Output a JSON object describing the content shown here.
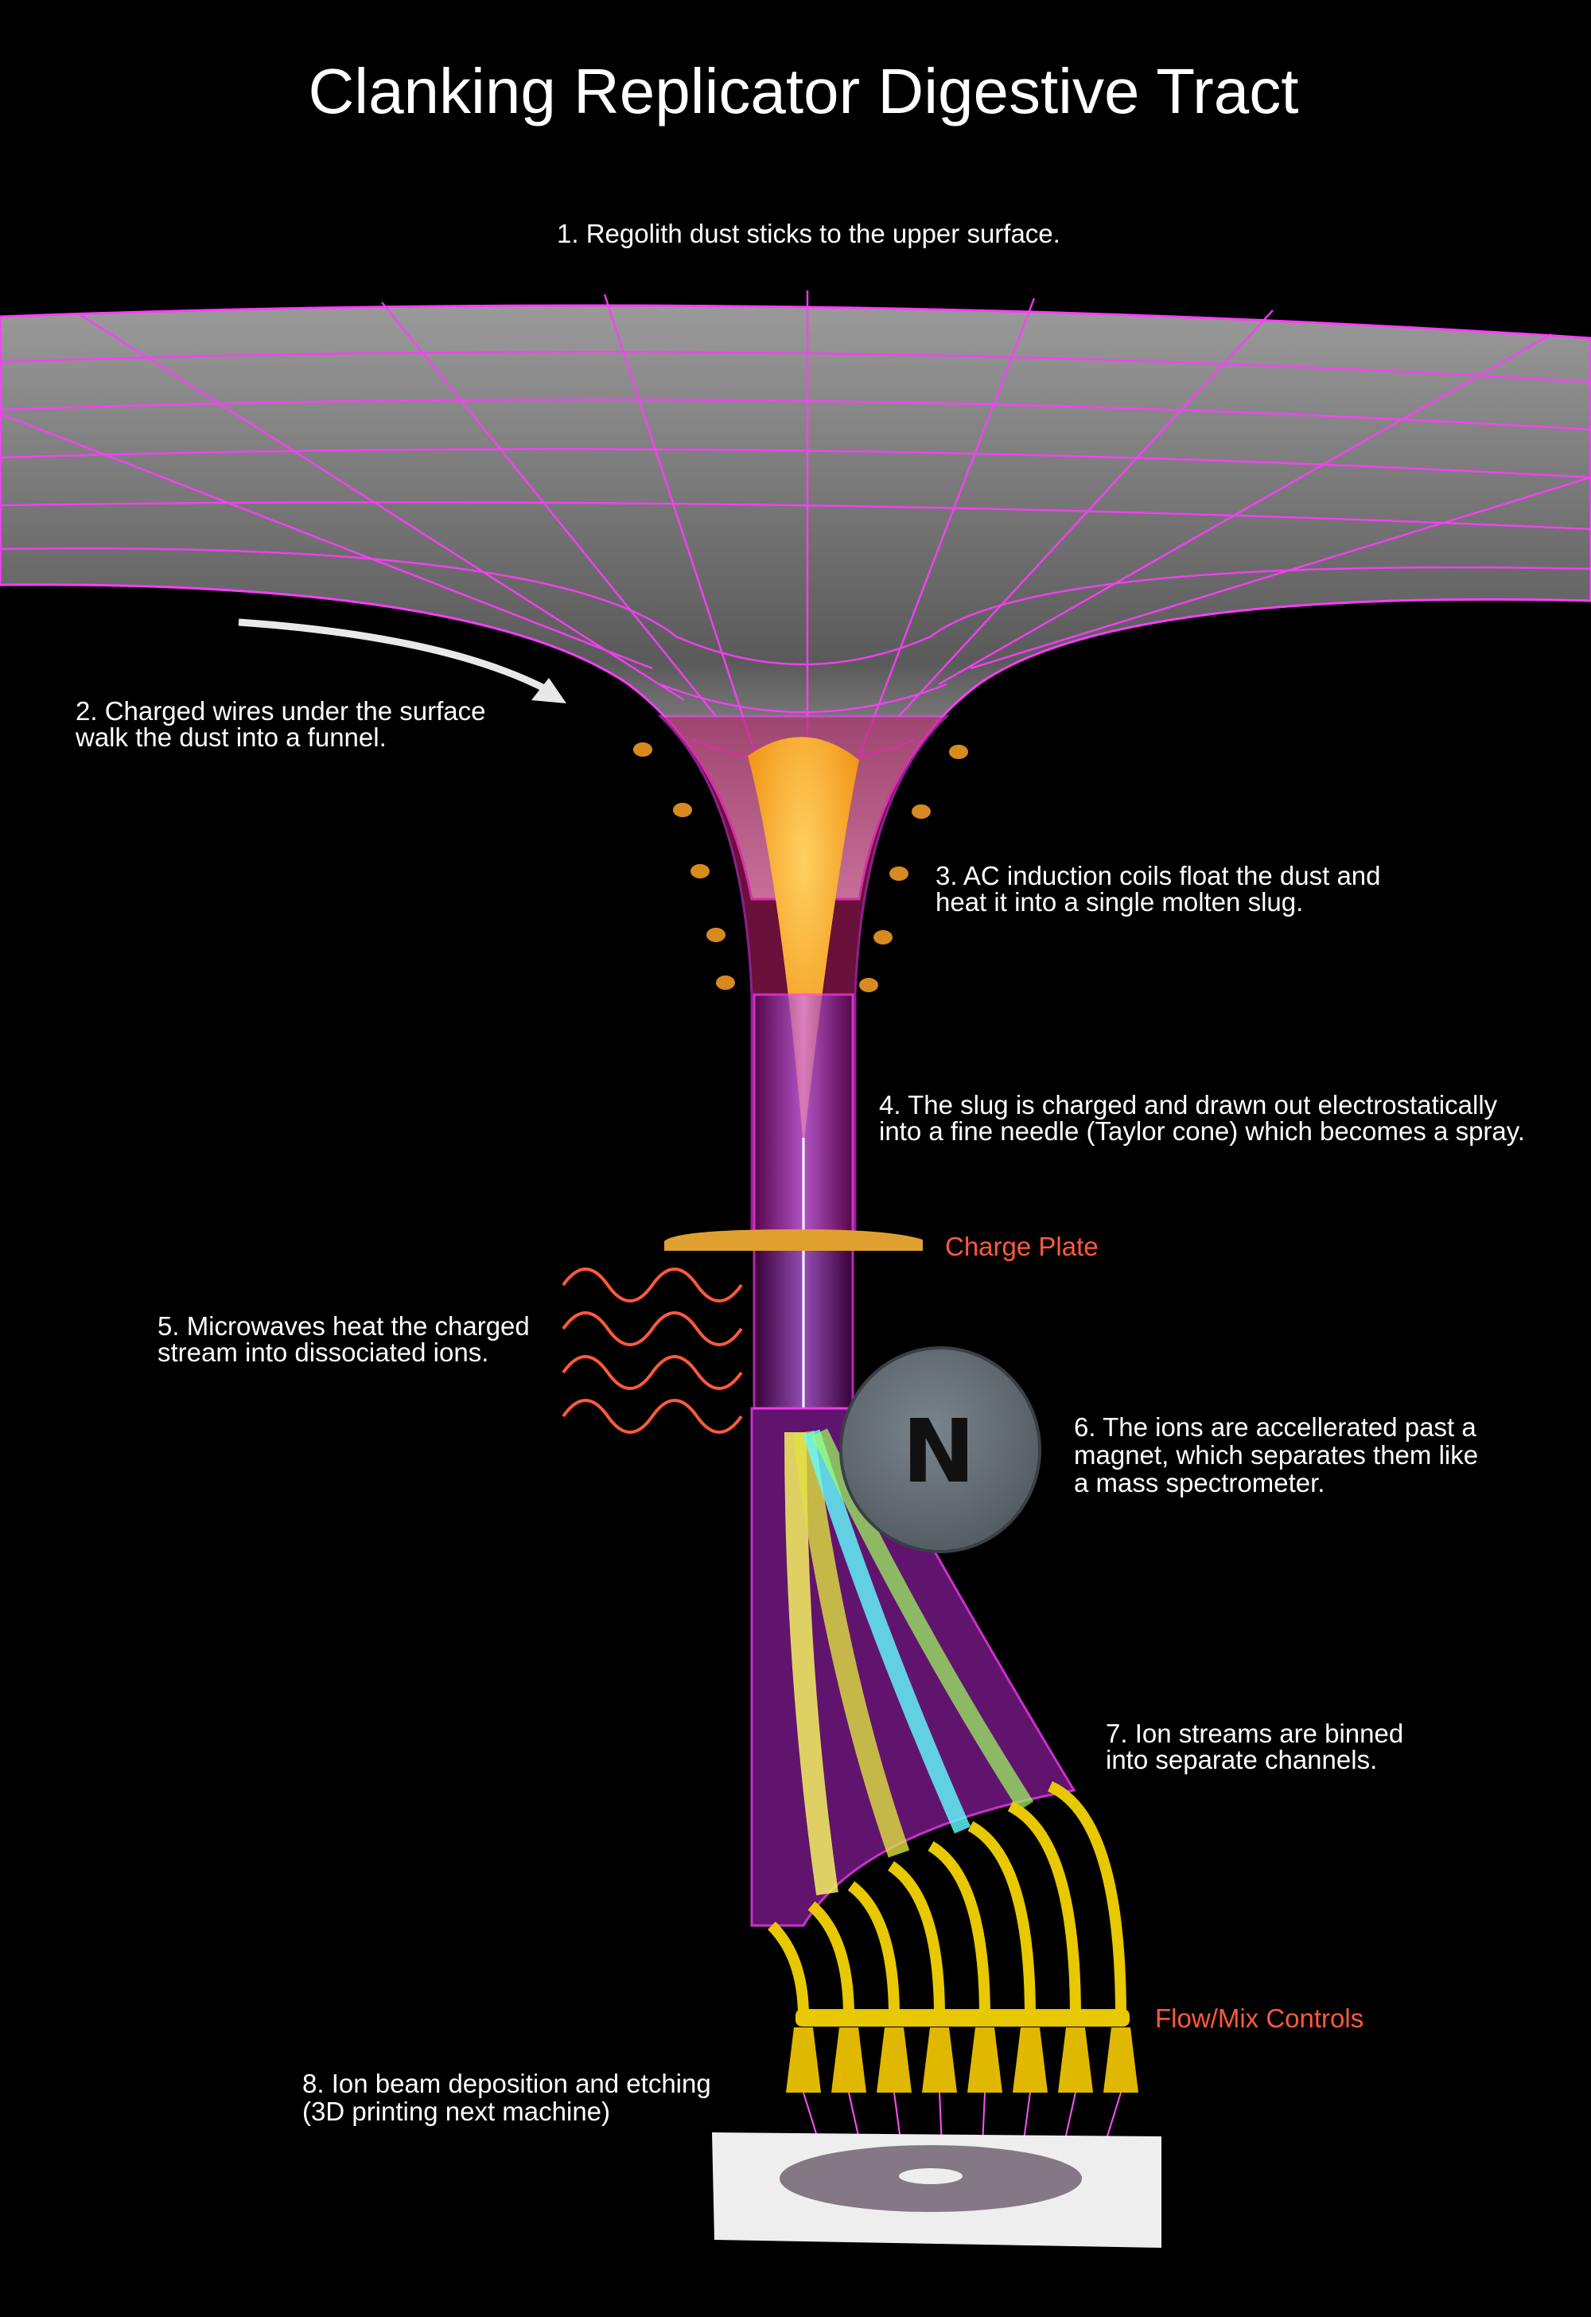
{
  "title": "Clanking Replicator Digestive Tract",
  "steps": {
    "s1": [
      "1. Regolith dust sticks to the upper surface."
    ],
    "s2": [
      "2. Charged wires under the surface",
      "walk the dust into a funnel."
    ],
    "s3": [
      "3. AC induction coils float the dust and",
      "heat it into a single molten slug."
    ],
    "s4": [
      "4. The slug is charged and drawn out electrostatically",
      "into a fine needle (Taylor cone) which becomes a spray."
    ],
    "s5": [
      "5. Microwaves heat the charged",
      "stream into dissociated ions."
    ],
    "s6": [
      "6. The ions are accellerated past a",
      "magnet, which separates them like",
      "a mass spectrometer."
    ],
    "s7": [
      "7. Ion streams are binned",
      "into separate channels."
    ],
    "s8": [
      "8. Ion beam deposition and etching",
      "(3D printing next machine)"
    ]
  },
  "callouts": {
    "charge_plate": "Charge Plate",
    "flow_mix": "Flow/Mix Controls"
  },
  "magnet_letter": "N",
  "colors": {
    "grid": "#ff3cff",
    "callout": "#ff5a3c",
    "slug": "#ffb020",
    "gold": "#f0c800",
    "magnet": "#6a747c"
  }
}
